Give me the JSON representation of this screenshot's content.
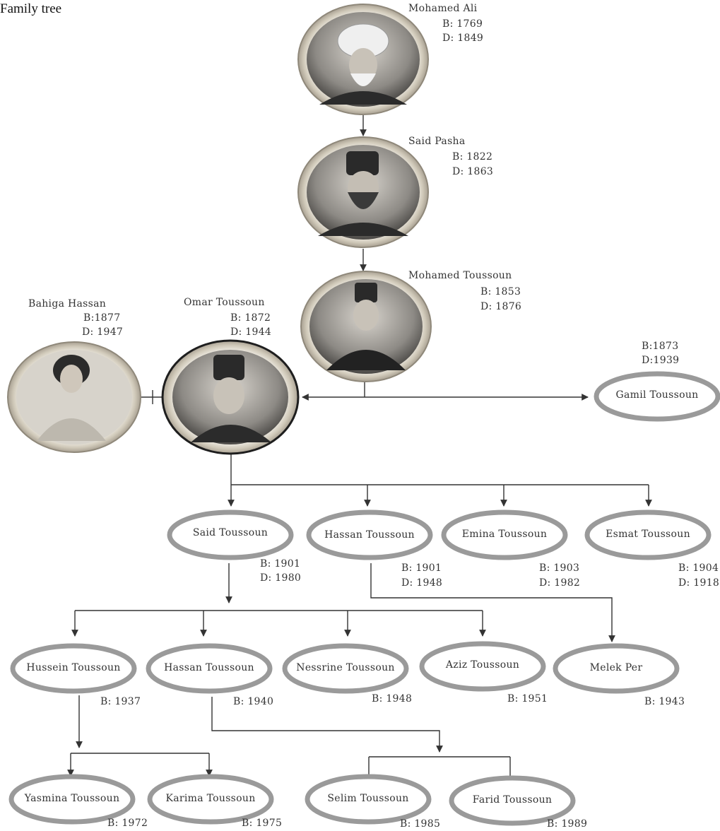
{
  "title": "Family tree",
  "people": {
    "mohamed_ali": {
      "name": "Mohamed Ali",
      "birth": "B: 1769",
      "death": "D: 1849"
    },
    "said_pasha": {
      "name": "Said Pasha",
      "birth": "B: 1822",
      "death": "D: 1863"
    },
    "mohamed_toussoun": {
      "name": "Mohamed Toussoun",
      "birth": "B: 1853",
      "death": "D: 1876"
    },
    "bahiga_hassan": {
      "name": "Bahiga Hassan",
      "birth": "B:1877",
      "death": "D: 1947"
    },
    "omar_toussoun": {
      "name": "Omar Toussoun",
      "birth": "B: 1872",
      "death": "D: 1944"
    },
    "gamil_toussoun": {
      "name": "Gamil Toussoun",
      "birth": "B:1873",
      "death": "D:1939"
    },
    "said_toussoun": {
      "name": "Said Toussoun",
      "birth": "B: 1901",
      "death": "D: 1980"
    },
    "hassan_toussoun_1": {
      "name": "Hassan Toussoun",
      "birth": "B: 1901",
      "death": "D: 1948"
    },
    "emina_toussoun": {
      "name": "Emina Toussoun",
      "birth": "B: 1903",
      "death": "D: 1982"
    },
    "esmat_toussoun": {
      "name": "Esmat Toussoun",
      "birth": "B: 1904",
      "death": "D: 1918"
    },
    "hussein_toussoun": {
      "name": "Hussein Toussoun",
      "birth": "B: 1937"
    },
    "hassan_toussoun_2": {
      "name": "Hassan Toussoun",
      "birth": "B: 1940"
    },
    "nessrine_toussoun": {
      "name": "Nessrine Toussoun",
      "birth": "B: 1948"
    },
    "aziz_toussoun": {
      "name": "Aziz Toussoun",
      "birth": "B: 1951"
    },
    "melek_per": {
      "name": "Melek Per",
      "birth": "B: 1943"
    },
    "yasmina_toussoun": {
      "name": "Yasmina Toussoun",
      "birth": "B: 1972"
    },
    "karima_toussoun": {
      "name": "Karima Toussoun",
      "birth": "B: 1975"
    },
    "selim_toussoun": {
      "name": "Selim Toussoun",
      "birth": "B: 1985"
    },
    "farid_toussoun": {
      "name": "Farid Toussoun",
      "birth": "B: 1989"
    }
  },
  "marriage_symbol": "+",
  "colors": {
    "oval_ring": "#9a9a9a",
    "line": "#333333",
    "photo_frame": "#d8d2c4",
    "photo_dark": "#2e2e2e"
  }
}
